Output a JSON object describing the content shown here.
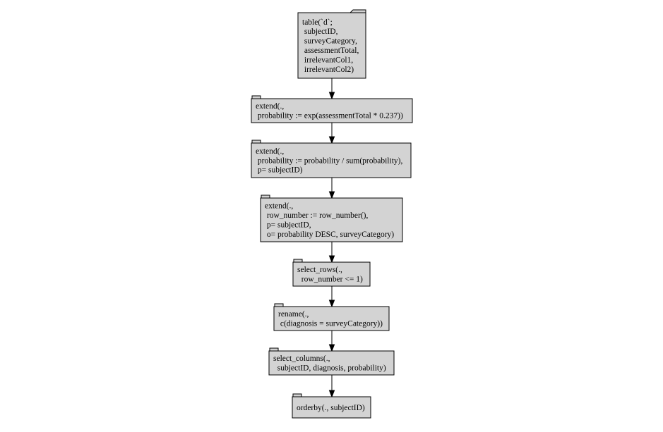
{
  "nodes": [
    {
      "id": "source_table",
      "lines": [
        "table(`d`;",
        " subjectID,",
        " surveyCategory,",
        " assessmentTotal,",
        " irrelevantCol1,",
        " irrelevantCol2)"
      ]
    },
    {
      "id": "extend_probability_exp",
      "lines": [
        "extend(.,",
        " probability := exp(assessmentTotal * 0.237))"
      ]
    },
    {
      "id": "extend_probability_normalize",
      "lines": [
        "extend(.,",
        " probability := probability / sum(probability),",
        " p= subjectID)"
      ]
    },
    {
      "id": "extend_row_number",
      "lines": [
        "extend(.,",
        " row_number := row_number(),",
        " p= subjectID,",
        " o= probability DESC, surveyCategory)"
      ]
    },
    {
      "id": "select_rows",
      "lines": [
        "select_rows(.,",
        "  row_number <= 1)"
      ]
    },
    {
      "id": "rename",
      "lines": [
        "rename(.,",
        " c(diagnosis = surveyCategory))"
      ]
    },
    {
      "id": "select_columns",
      "lines": [
        "select_columns(.,",
        "  subjectID, diagnosis, probability)"
      ]
    },
    {
      "id": "orderby",
      "lines": [
        "orderby(., subjectID)"
      ]
    }
  ],
  "edges": [
    {
      "from": "source_table",
      "to": "extend_probability_exp"
    },
    {
      "from": "extend_probability_exp",
      "to": "extend_probability_normalize"
    },
    {
      "from": "extend_probability_normalize",
      "to": "extend_row_number"
    },
    {
      "from": "extend_row_number",
      "to": "select_rows"
    },
    {
      "from": "select_rows",
      "to": "rename"
    },
    {
      "from": "rename",
      "to": "select_columns"
    },
    {
      "from": "select_columns",
      "to": "orderby"
    }
  ],
  "colors": {
    "node_fill": "#d3d3d3",
    "stroke": "#000000",
    "background": "#ffffff"
  }
}
